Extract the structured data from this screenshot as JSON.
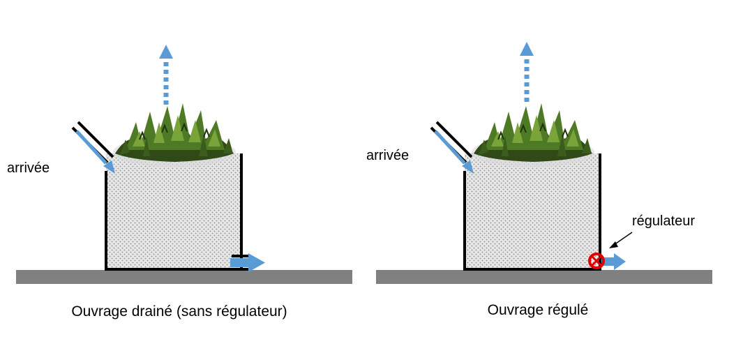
{
  "colors": {
    "ground": "#808080",
    "flow_arrow": "#5B9BD5",
    "soil_fill": "#e6e6e6",
    "soil_dot": "#8c8c8c",
    "wall": "#000000",
    "regulator": "#e00000",
    "foliage_dark": "#2f4a17",
    "foliage_mid": "#4f7a25",
    "foliage_light": "#7aa33a"
  },
  "icons": {
    "evaporation": "dotted-up-arrow-icon",
    "inflow": "inflow-arrow-icon",
    "outflow": "outflow-arrow-icon",
    "regulator": "regulator-valve-icon",
    "plants": "plant-foliage-icon"
  },
  "left_panel": {
    "inflow_label": "arrivée",
    "caption": "Ouvrage drainé (sans régulateur)"
  },
  "right_panel": {
    "inflow_label": "arrivée",
    "regulator_label": "régulateur",
    "caption": "Ouvrage régulé"
  }
}
